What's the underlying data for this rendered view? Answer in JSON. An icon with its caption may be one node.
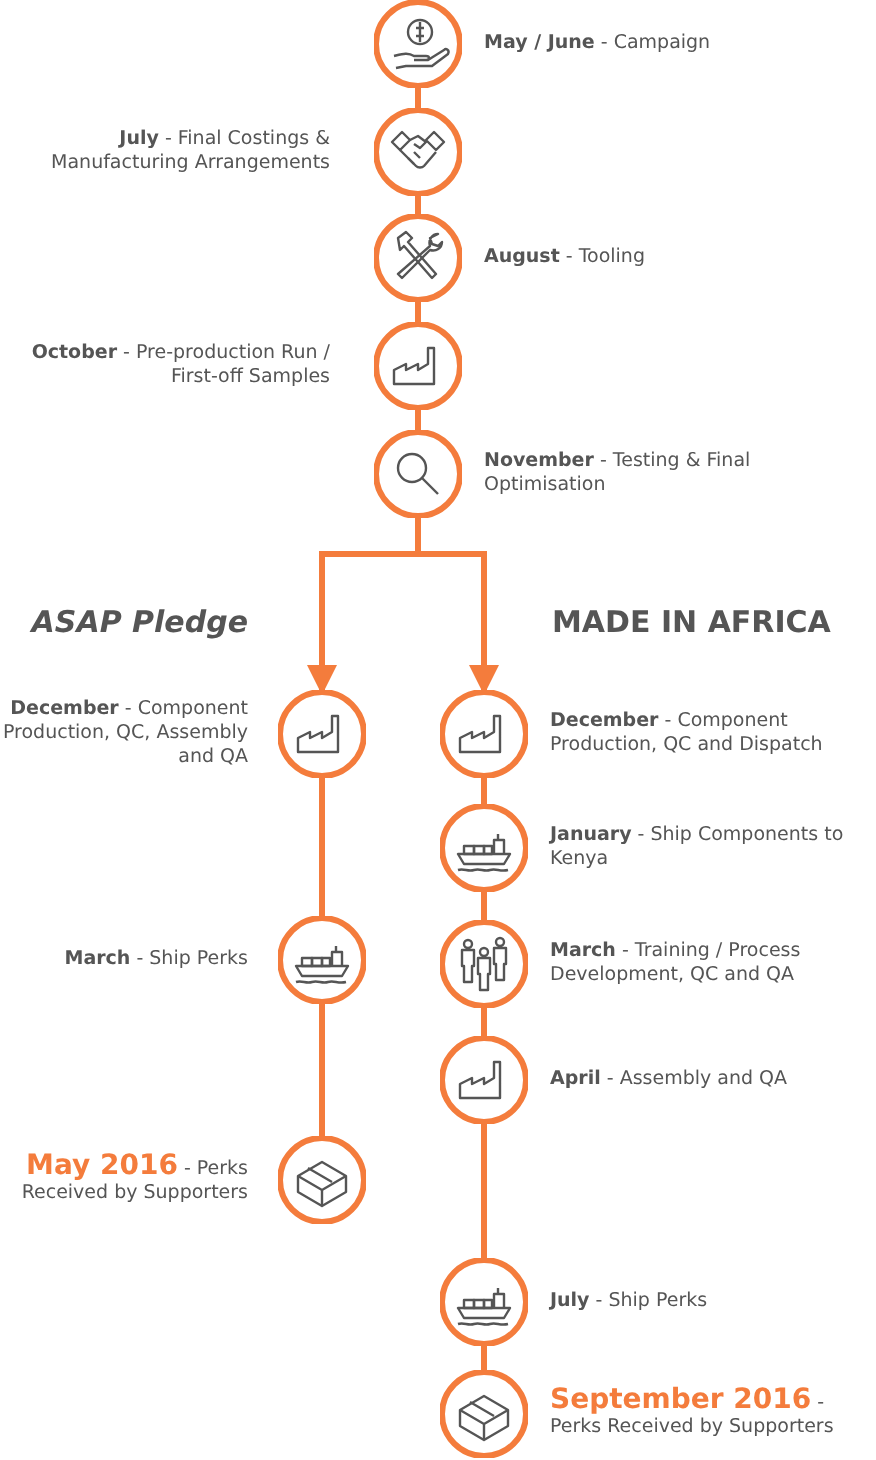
{
  "diagram": {
    "nodes": [
      {
        "text": [],
        "shape": "circle",
        "beside": [
          "**May / June** - Campaign"
        ]
      },
      {
        "text": [],
        "shape": "circle",
        "beside": [
          "**July** - Final Costings & Manufacturing Arrangements"
        ]
      },
      {
        "text": [],
        "shape": "circle",
        "beside": [
          "**August** - Tooling"
        ]
      },
      {
        "text": [],
        "shape": "circle",
        "beside": [
          "**October** - Pre-production Run / First-off Samples"
        ]
      },
      {
        "text": [],
        "shape": "circle",
        "beside": [
          "**November** - Testing & Final Optimisation"
        ]
      },
      {
        "text": [],
        "shape": "circle",
        "beside": [
          "**December** - Component Production, QC, Assembly and QA"
        ]
      },
      {
        "text": [],
        "shape": "circle",
        "beside": [
          "**March** - Ship Perks"
        ]
      },
      {
        "text": [],
        "shape": "circle",
        "beside": [
          "**May 2016** - Perks Received by Supporters"
        ]
      },
      {
        "text": [],
        "shape": "circle",
        "beside": [
          "**December** - Component Production, QC and Dispatch"
        ]
      },
      {
        "text": [],
        "shape": "circle",
        "beside": [
          "**January** - Ship Components to Kenya"
        ]
      },
      {
        "text": [],
        "shape": "circle",
        "beside": [
          "**March** - Training / Process Development, QC and QA"
        ]
      },
      {
        "text": [],
        "shape": "circle",
        "beside": [
          "**April** - Assembly and QA"
        ]
      },
      {
        "text": [],
        "shape": "circle",
        "beside": [
          "**July** - Ship Perks"
        ]
      },
      {
        "text": [],
        "shape": "circle",
        "beside": [
          "**September 2016** - Perks Received by Supporters"
        ]
      }
    ],
    "edges": [
      {
        "from": 0,
        "to": 1,
        "arrow": "none"
      },
      {
        "from": 1,
        "to": 2,
        "arrow": "none"
      },
      {
        "from": 2,
        "to": 3,
        "arrow": "none"
      },
      {
        "from": 3,
        "to": 4,
        "arrow": "none"
      },
      {
        "from": 4,
        "to": 5,
        "arrow": "to"
      },
      {
        "from": 4,
        "to": 8,
        "arrow": "to"
      },
      {
        "from": 5,
        "to": 6,
        "arrow": "none"
      },
      {
        "from": 6,
        "to": 7,
        "arrow": "none"
      },
      {
        "from": 8,
        "to": 9,
        "arrow": "none"
      },
      {
        "from": 9,
        "to": 10,
        "arrow": "none"
      },
      {
        "from": 10,
        "to": 11,
        "arrow": "none"
      },
      {
        "from": 11,
        "to": 12,
        "arrow": "none"
      },
      {
        "from": 12,
        "to": 13,
        "arrow": "none"
      }
    ],
    "labels": [
      "ASAP Pledge",
      "MADE IN AFRICA"
    ]
  }
}
